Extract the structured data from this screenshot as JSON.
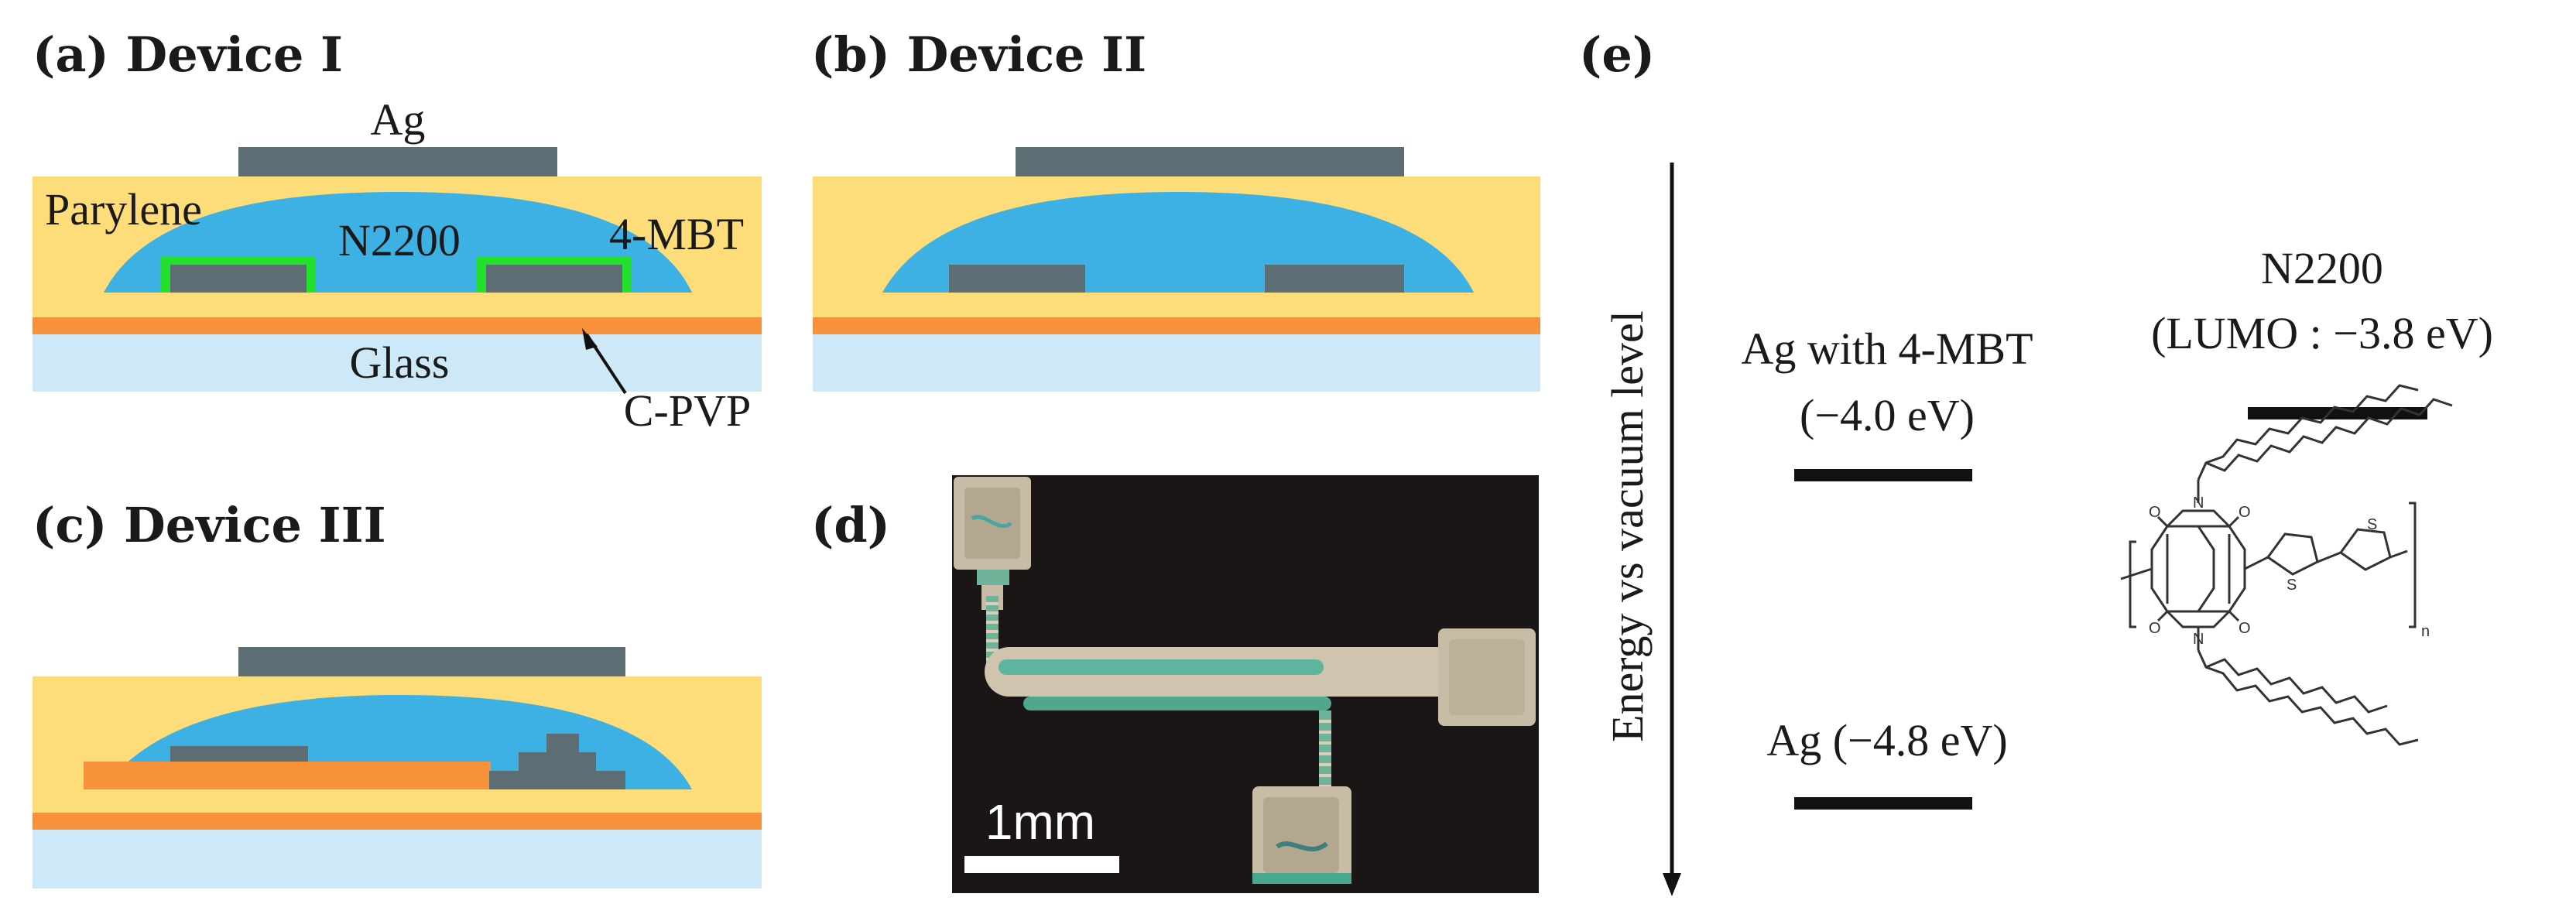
{
  "colors": {
    "parylene": "#fddc7a",
    "n2200": "#3db1e4",
    "electrode": "#5c6e74",
    "cpvp": "#f7923a",
    "glass": "#cde9f7",
    "sam_4mbt": "#22e02c",
    "photo_bg": "#1a1616"
  },
  "panels": {
    "a": {
      "label": "(a) Device I",
      "ag": "Ag",
      "parylene": "Parylene",
      "n2200": "N2200",
      "mbt": "4-MBT",
      "glass": "Glass",
      "cpvp": "C-PVP"
    },
    "b": {
      "label": "(b) Device II"
    },
    "c": {
      "label": "(c) Device III"
    },
    "d": {
      "label": "(d)",
      "scale": "1mm"
    },
    "e": {
      "label": "(e)",
      "axis": "Energy vs vacuum level",
      "n2200_name": "N2200",
      "n2200_lumo": "(LUMO : −3.8 eV)",
      "ag_mbt_name": "Ag with 4-MBT",
      "ag_mbt_value": "(−4.0 eV)",
      "ag_bare": "Ag (−4.8 eV)",
      "chem_n": "N",
      "chem_o": "O",
      "chem_s": "S",
      "chem_sub": "n"
    }
  },
  "energy_levels": [
    {
      "name": "N2200 LUMO",
      "value_eV": -3.8
    },
    {
      "name": "Ag with 4-MBT",
      "value_eV": -4.0
    },
    {
      "name": "Ag",
      "value_eV": -4.8
    }
  ]
}
